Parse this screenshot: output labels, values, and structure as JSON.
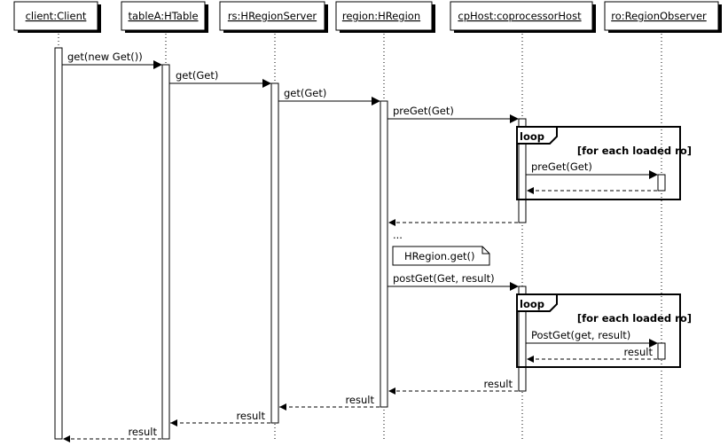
{
  "participants": [
    {
      "id": "client",
      "label": "client:Client"
    },
    {
      "id": "tableA",
      "label": "tableA:HTable"
    },
    {
      "id": "rs",
      "label": "rs:HRegionServer"
    },
    {
      "id": "region",
      "label": "region:HRegion"
    },
    {
      "id": "cpHost",
      "label": "cpHost:coprocessorHost"
    },
    {
      "id": "ro",
      "label": "ro:RegionObserver"
    }
  ],
  "messages": [
    {
      "label": "get(new Get())",
      "from": "client",
      "to": "tableA",
      "type": "call"
    },
    {
      "label": "get(Get)",
      "from": "tableA",
      "to": "rs",
      "type": "call"
    },
    {
      "label": "get(Get)",
      "from": "rs",
      "to": "region",
      "type": "call"
    },
    {
      "label": "preGet(Get)",
      "from": "region",
      "to": "cpHost",
      "type": "call"
    },
    {
      "label": "preGet(Get)",
      "from": "cpHost",
      "to": "ro",
      "type": "call"
    },
    {
      "label": "",
      "from": "ro",
      "to": "cpHost",
      "type": "return"
    },
    {
      "label": "",
      "from": "cpHost",
      "to": "region",
      "type": "return"
    },
    {
      "label": "postGet(Get, result)",
      "from": "region",
      "to": "cpHost",
      "type": "call"
    },
    {
      "label": "PostGet(get, result)",
      "from": "cpHost",
      "to": "ro",
      "type": "call"
    },
    {
      "label": "result",
      "from": "ro",
      "to": "cpHost",
      "type": "return"
    },
    {
      "label": "result",
      "from": "cpHost",
      "to": "region",
      "type": "return"
    },
    {
      "label": "result",
      "from": "region",
      "to": "rs",
      "type": "return"
    },
    {
      "label": "result",
      "from": "rs",
      "to": "tableA",
      "type": "return"
    },
    {
      "label": "result",
      "from": "tableA",
      "to": "client",
      "type": "return"
    }
  ],
  "fragments": [
    {
      "keyword": "loop",
      "guard": "[for each loaded ro]"
    },
    {
      "keyword": "loop",
      "guard": "[for each loaded ro]"
    }
  ],
  "ellipsis": "...",
  "note": "HRegion.get()"
}
